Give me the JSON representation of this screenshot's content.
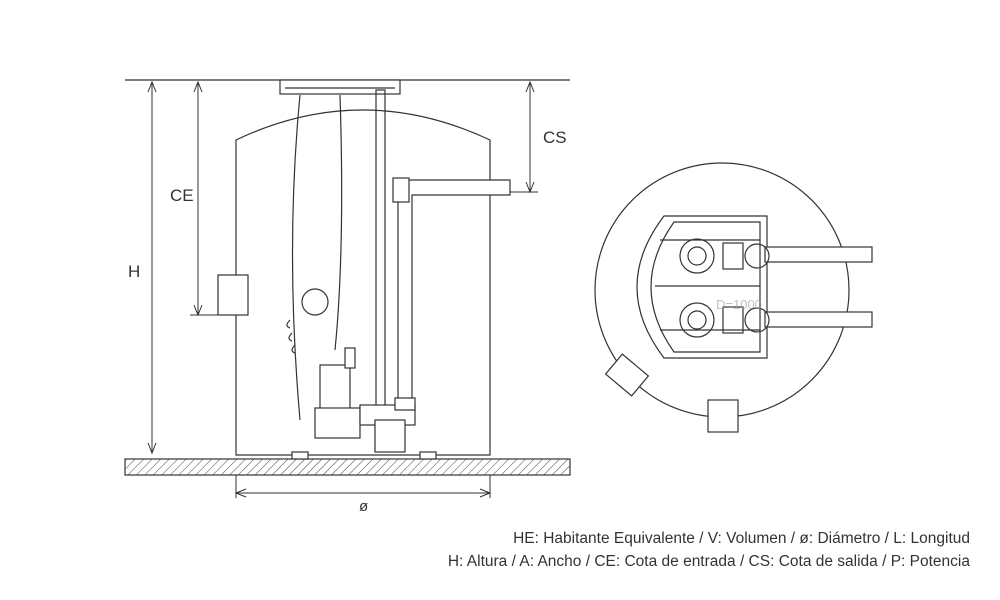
{
  "side_view": {
    "dim_height": "H",
    "dim_inlet": "CE",
    "dim_outlet": "CS",
    "dim_diameter": "ø"
  },
  "top_view": {
    "diameter_note": "D=1000"
  },
  "legend": {
    "line1": "HE: Habitante Equivalente / V: Volumen / ø: Diámetro / L: Longitud",
    "line2": "H: Altura / A: Ancho / CE: Cota de entrada / CS: Cota de salida / P: Potencia"
  },
  "colors": {
    "line": "#333333",
    "text": "#333333"
  }
}
